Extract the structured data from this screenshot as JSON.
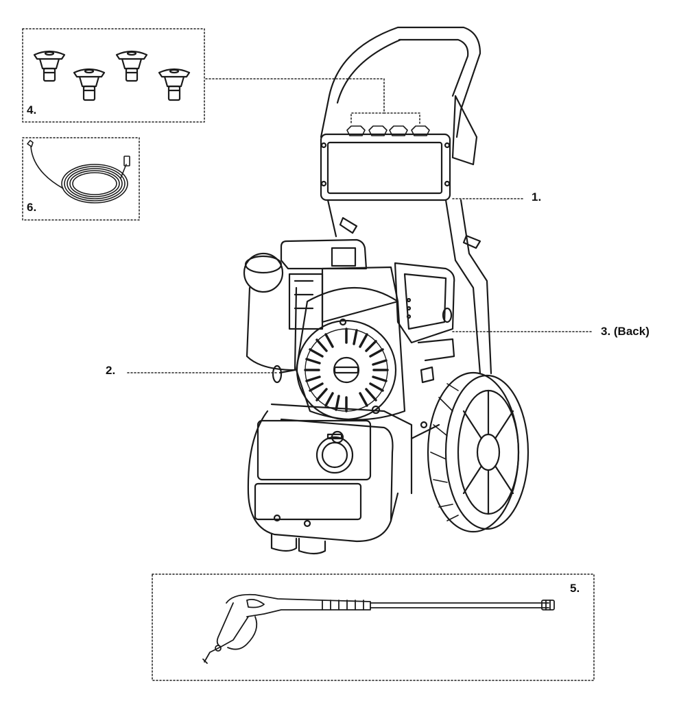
{
  "callouts": {
    "one": "1.",
    "two": "2.",
    "three": "3. (Back)",
    "four": "4.",
    "five": "5.",
    "six": "6."
  },
  "colors": {
    "line": "#1a1a1a",
    "fill": "#ffffff",
    "leader": "#222222"
  },
  "parts": [
    "pressure-washer",
    "nozzle-tips",
    "high-pressure-hose",
    "spray-gun-and-wand"
  ]
}
